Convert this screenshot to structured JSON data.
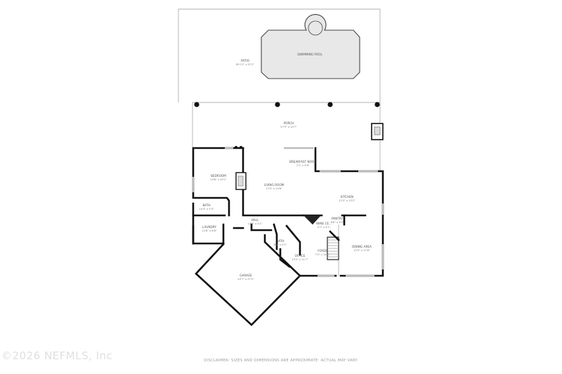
{
  "rooms": [
    {
      "id": "patio",
      "name": "PATIO",
      "dims": "80'11\" x 51'2\""
    },
    {
      "id": "pool",
      "name": "SWIMMING POOL",
      "dims": ""
    },
    {
      "id": "porch",
      "name": "PORCH",
      "dims": "57'5\" x 20'7\""
    },
    {
      "id": "bedroom",
      "name": "BEDROOM",
      "dims": "14'8\" x 20'1\""
    },
    {
      "id": "breakfast",
      "name": "BREAKFAST NOOK",
      "dims": "7'1\" x 9'6\""
    },
    {
      "id": "living",
      "name": "LIVING ROOM",
      "dims": "17'9\" x 23'8\""
    },
    {
      "id": "kitchen",
      "name": "KITCHEN",
      "dims": "22'5\" x 13'2\""
    },
    {
      "id": "bath1",
      "name": "BATH",
      "dims": "10'3\" x 5'5\""
    },
    {
      "id": "laundry",
      "name": "LAUNDRY",
      "dims": "12'8\" x 8'6\""
    },
    {
      "id": "hall",
      "name": "HALL",
      "dims": "13'8\" x 5'1\""
    },
    {
      "id": "wine",
      "name": "WINE CE...",
      "dims": "3'7\" x 4'1\""
    },
    {
      "id": "pantry",
      "name": "PANTRY",
      "dims": "6'6\" x 3'3\""
    },
    {
      "id": "bath2",
      "name": "BATH",
      "dims": "8'2\" x 9'1\""
    },
    {
      "id": "office",
      "name": "OFFICE",
      "dims": "10'2\" x 11'7\""
    },
    {
      "id": "foyer",
      "name": "FOYER",
      "dims": "7'5\" x 14'8\""
    },
    {
      "id": "dining",
      "name": "DINING AREA",
      "dims": "12'5\" x 17'6\""
    },
    {
      "id": "garage",
      "name": "GARAGE",
      "dims": "20'7\" x 27'5\""
    }
  ],
  "watermark": "©2026 NEFMLS, Inc",
  "disclaimer": "DISCLAIMER: SIZES AND DIMENSIONS ARE APPROXIMATE. ACTUAL MAY VARY."
}
